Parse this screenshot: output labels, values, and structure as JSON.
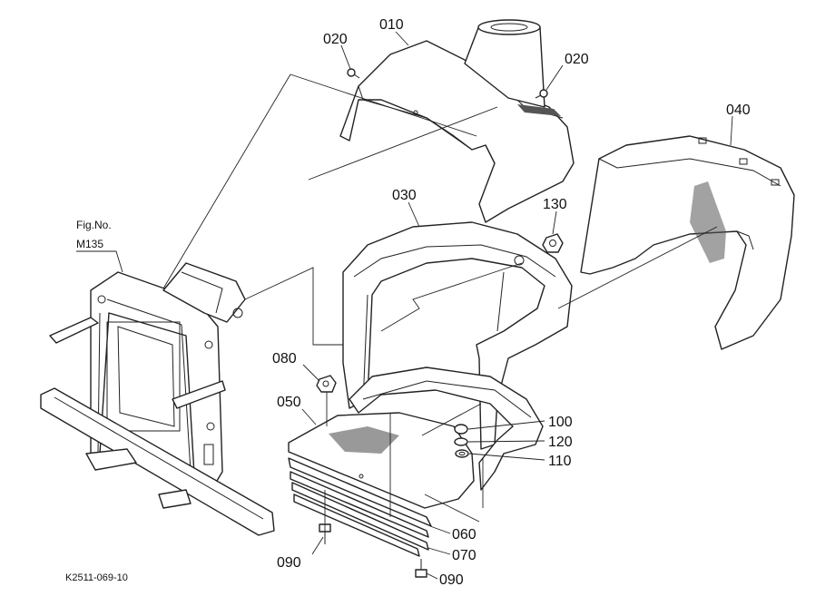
{
  "figure_ref": {
    "line1": "Fig.No.",
    "line2": "M135"
  },
  "drawing_code": "K2511-069-10",
  "callouts": [
    {
      "key": "p020a",
      "number": "020"
    },
    {
      "key": "p010",
      "number": "010"
    },
    {
      "key": "p020b",
      "number": "020"
    },
    {
      "key": "p040",
      "number": "040"
    },
    {
      "key": "p030",
      "number": "030"
    },
    {
      "key": "p130",
      "number": "130"
    },
    {
      "key": "p080",
      "number": "080"
    },
    {
      "key": "p050",
      "number": "050"
    },
    {
      "key": "p100",
      "number": "100"
    },
    {
      "key": "p120",
      "number": "120"
    },
    {
      "key": "p110",
      "number": "110"
    },
    {
      "key": "p060",
      "number": "060"
    },
    {
      "key": "p070",
      "number": "070"
    },
    {
      "key": "p090a",
      "number": "090"
    },
    {
      "key": "p090b",
      "number": "090"
    }
  ]
}
